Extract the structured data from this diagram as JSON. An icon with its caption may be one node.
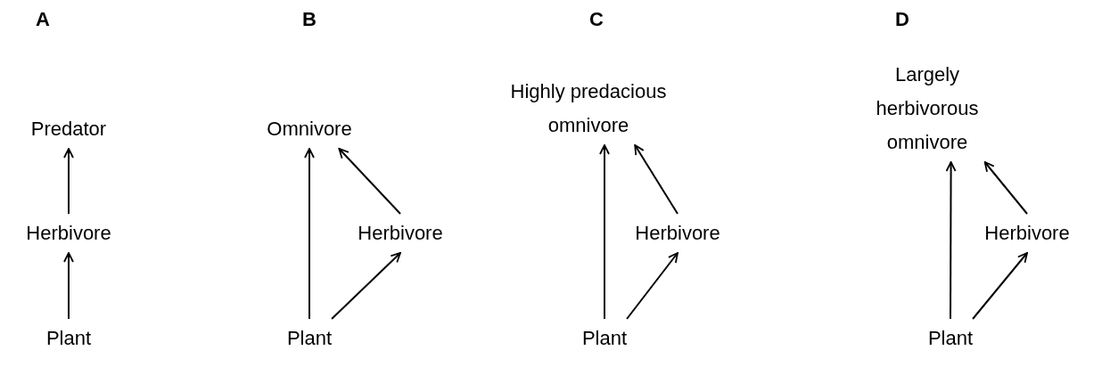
{
  "diagram": {
    "nodes": [
      {
        "text": [
          "Predator"
        ]
      },
      {
        "text": [
          "Herbivore"
        ]
      },
      {
        "text": [
          "Plant"
        ]
      },
      {
        "text": [
          "Omnivore"
        ]
      },
      {
        "text": [
          "Herbivore"
        ]
      },
      {
        "text": [
          "Plant"
        ]
      },
      {
        "text": [
          "Highly predacious omnivore"
        ]
      },
      {
        "text": [
          "Herbivore"
        ]
      },
      {
        "text": [
          "Plant"
        ]
      },
      {
        "text": [
          "Largely herbivorous omnivore"
        ]
      },
      {
        "text": [
          "Herbivore"
        ]
      },
      {
        "text": [
          "Plant"
        ]
      }
    ],
    "edges": [
      {
        "from": 2,
        "to": 1,
        "arrow": "to"
      },
      {
        "from": 1,
        "to": 0,
        "arrow": "to"
      },
      {
        "from": 5,
        "to": 3,
        "arrow": "to"
      },
      {
        "from": 5,
        "to": 4,
        "arrow": "to"
      },
      {
        "from": 4,
        "to": 3,
        "arrow": "to"
      },
      {
        "from": 8,
        "to": 6,
        "arrow": "to"
      },
      {
        "from": 8,
        "to": 7,
        "arrow": "to"
      },
      {
        "from": 7,
        "to": 6,
        "arrow": "to"
      },
      {
        "from": 11,
        "to": 9,
        "arrow": "to"
      },
      {
        "from": 11,
        "to": 10,
        "arrow": "to"
      },
      {
        "from": 10,
        "to": 9,
        "arrow": "to"
      }
    ],
    "labels": [
      "A",
      "B",
      "C",
      "D"
    ]
  }
}
